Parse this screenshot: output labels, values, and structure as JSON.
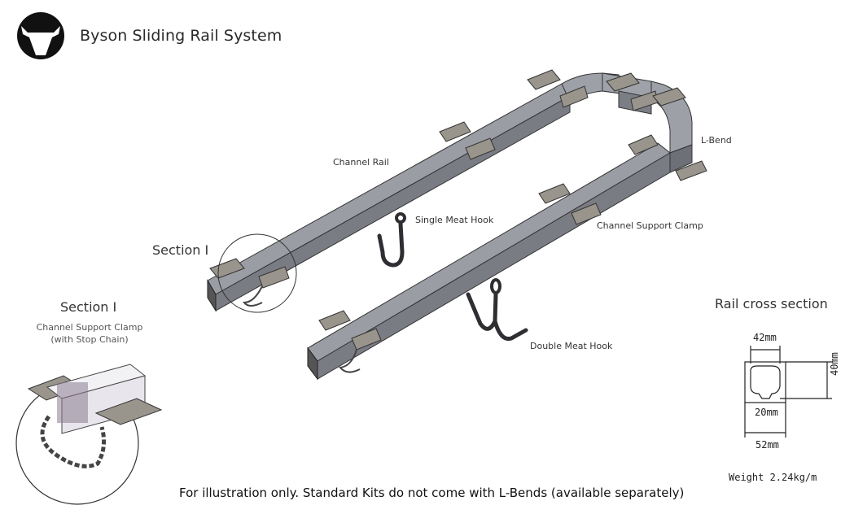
{
  "header": {
    "logo_icon": "bull-head-icon",
    "title": "Byson Sliding Rail System"
  },
  "diagram": {
    "labels": {
      "channel_rail": "Channel Rail",
      "single_meat_hook": "Single Meat Hook",
      "l_bend": "L-Bend",
      "channel_support_clamp": "Channel Support Clamp",
      "double_meat_hook": "Double Meat Hook",
      "section_callout": "Section I"
    },
    "detail": {
      "title": "Section I",
      "subtitle_line1": "Channel Support Clamp",
      "subtitle_line2": "(with Stop Chain)"
    },
    "cross_section": {
      "title": "Rail cross section",
      "top_width": "42mm",
      "height": "40mm",
      "slot_width": "20mm",
      "overall_width": "52mm",
      "weight": "Weight 2.24kg/m"
    },
    "footnote": "For illustration only. Standard Kits do not come with L-Bends (available separately)"
  },
  "colors": {
    "rail": "#8a8c94",
    "rail_top": "#a3a5ad",
    "rail_dark": "#5d5f66",
    "clamp": "#9a958c",
    "hook": "#2f2f33",
    "logo": "#111111"
  }
}
